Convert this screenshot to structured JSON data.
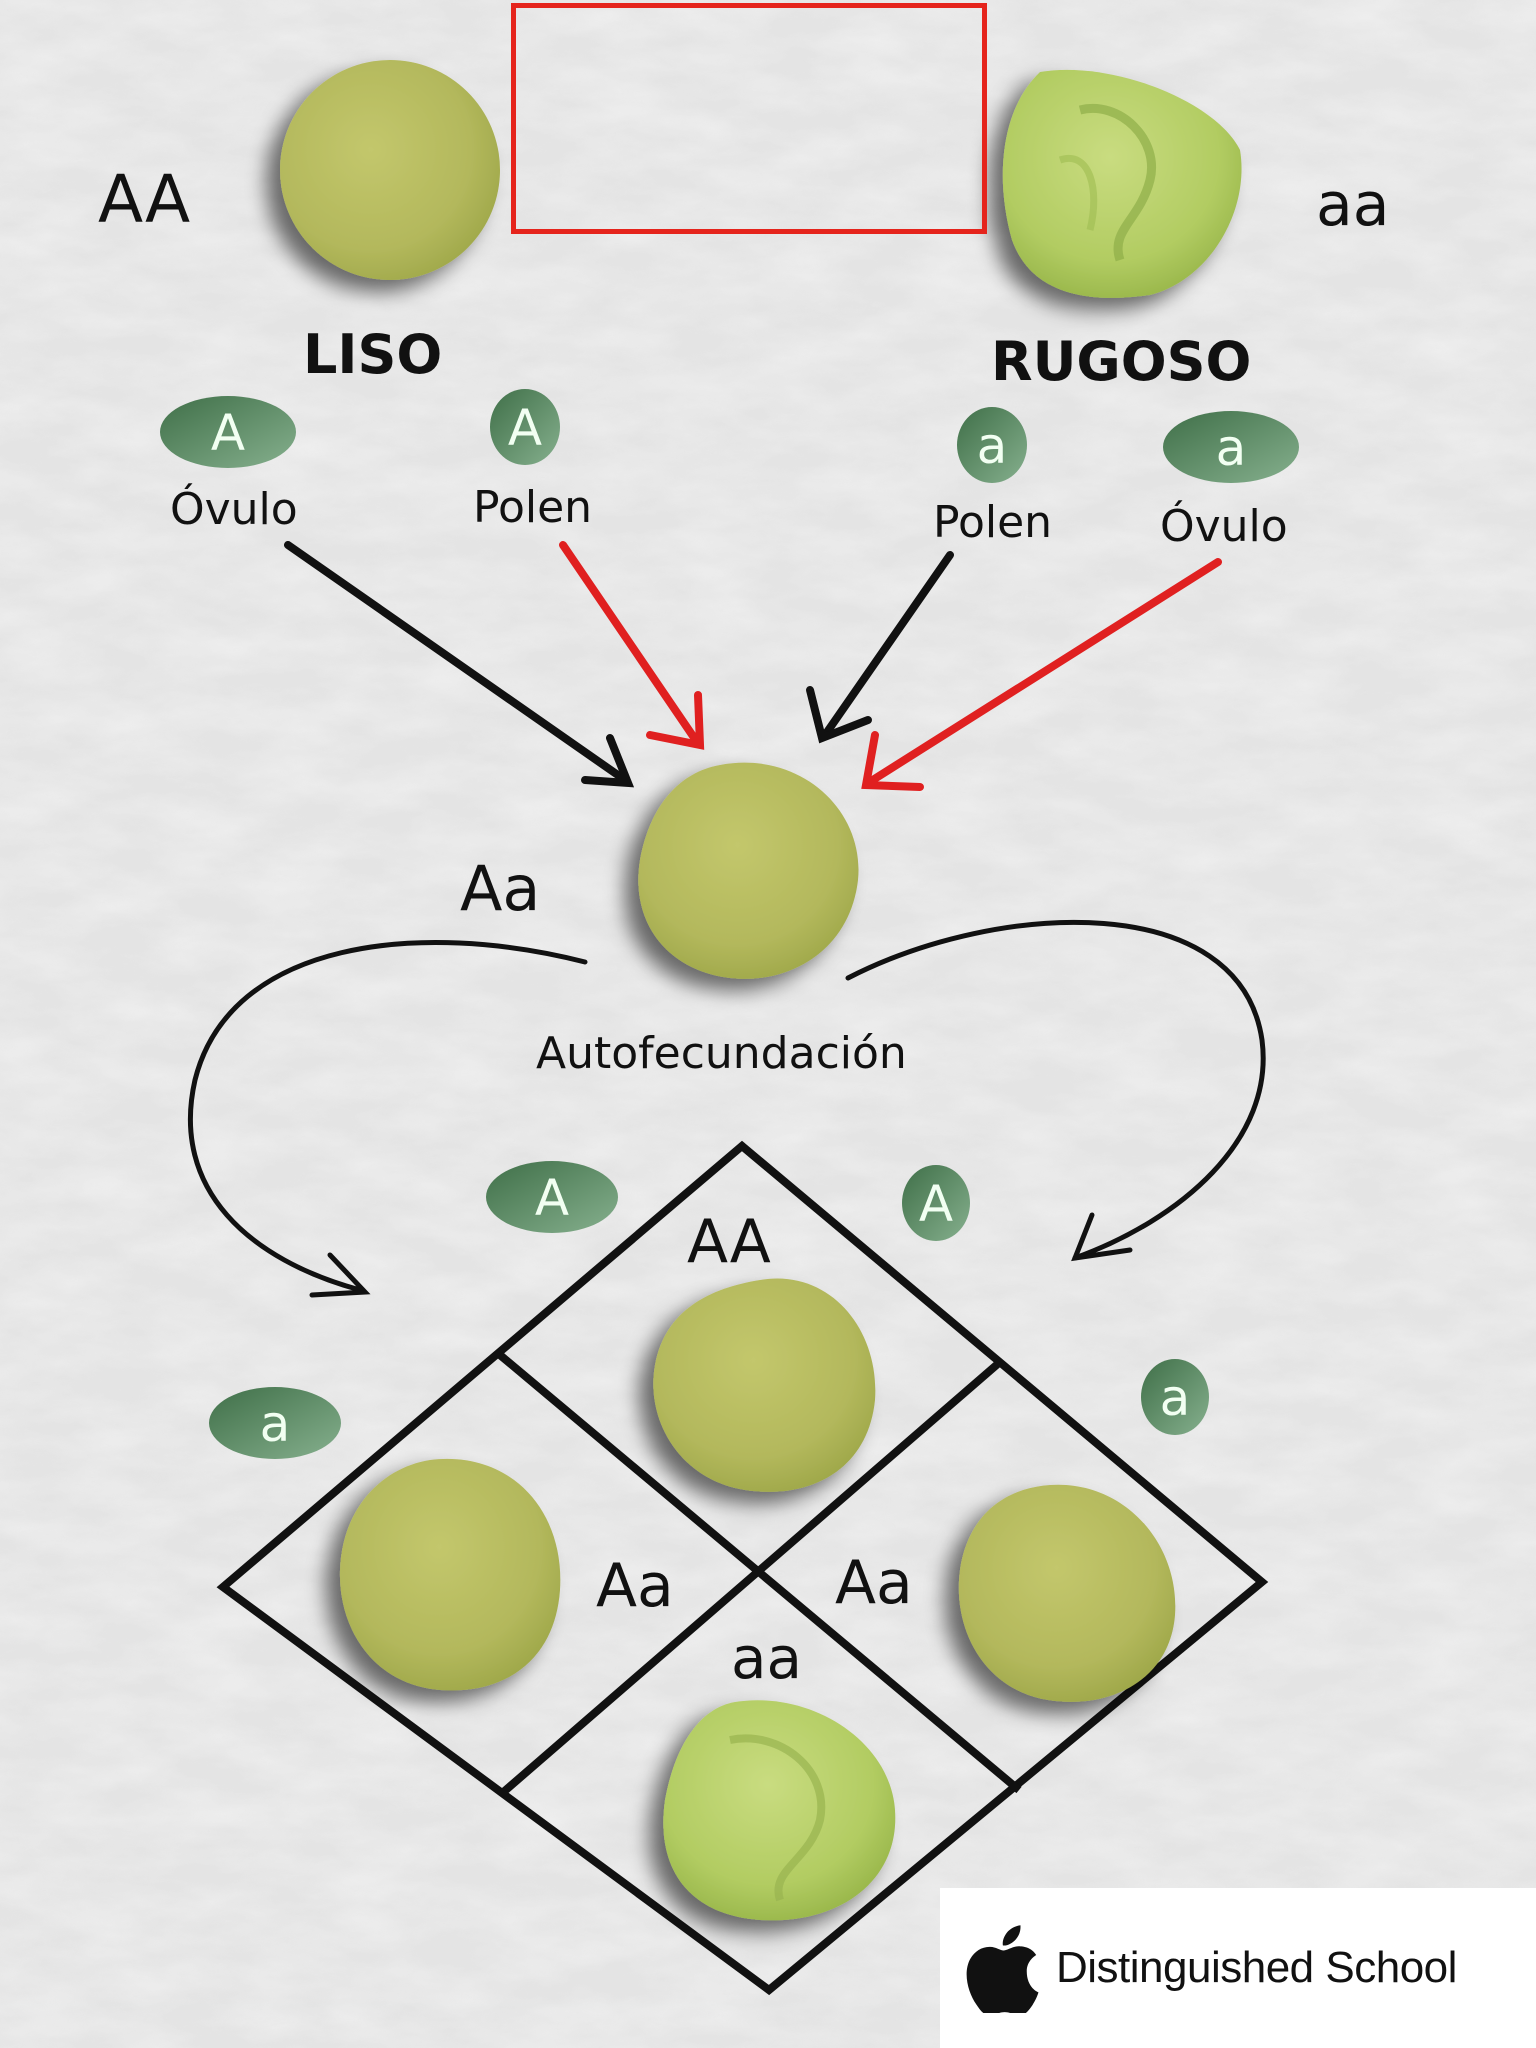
{
  "parents": {
    "left": {
      "genotype": "AA",
      "phenotype": "LISO"
    },
    "right": {
      "genotype": "aa",
      "phenotype": "RUGOSO"
    }
  },
  "gametes": {
    "left_ovule": {
      "allele": "A",
      "label": "Óvulo"
    },
    "left_pollen": {
      "allele": "A",
      "label": "Polen"
    },
    "right_pollen": {
      "allele": "a",
      "label": "Polen"
    },
    "right_ovule": {
      "allele": "a",
      "label": "Óvulo"
    }
  },
  "f1": {
    "genotype": "Aa",
    "process_label": "Autofecundación"
  },
  "punnett": {
    "alleles": {
      "top_left": "A",
      "top_right": "A",
      "left": "a",
      "right": "a"
    },
    "cells": {
      "top": "AA",
      "left": "Aa",
      "right": "Aa",
      "bottom": "aa"
    }
  },
  "badge": {
    "text": "Distinguished School",
    "logo": "apple-logo"
  },
  "colors": {
    "pea_smooth": "#b9c060",
    "pea_wrinkled": "#b6d064",
    "allele_green": "#4e7f57",
    "arrow_red": "#e02020",
    "highlight_red": "#e5241c"
  }
}
